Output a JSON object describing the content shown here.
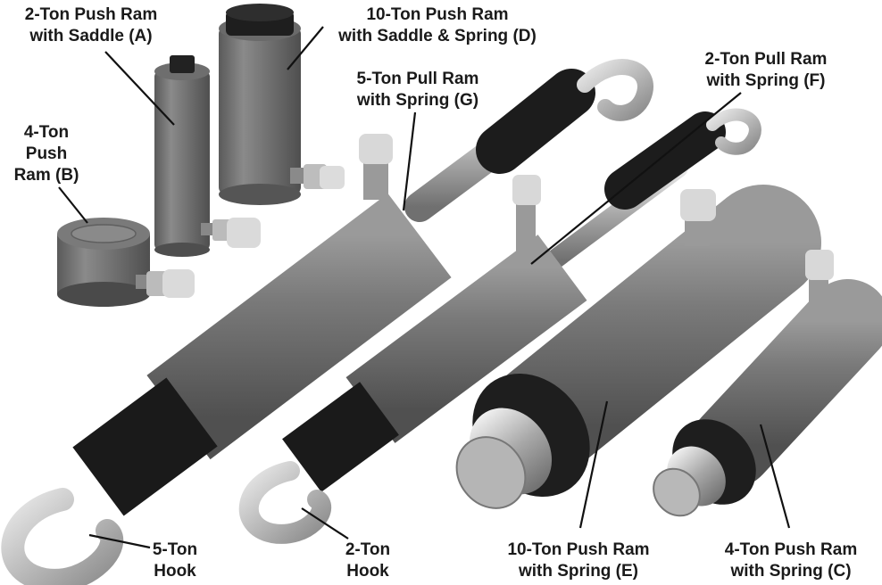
{
  "labels": {
    "a_line1": "2-Ton Push Ram",
    "a_line2": "with Saddle (A)",
    "d_line1": "10-Ton Push Ram",
    "d_line2": "with Saddle & Spring (D)",
    "b_line1": "4-Ton",
    "b_line2": "Push",
    "b_line3": "Ram (B)",
    "g_line1": "5-Ton Pull Ram",
    "g_line2": "with Spring (G)",
    "f_line1": "2-Ton Pull Ram",
    "f_line2": "with Spring (F)",
    "hook5_line1": "5-Ton",
    "hook5_line2": "Hook",
    "hook2_line1": "2-Ton",
    "hook2_line2": "Hook",
    "e_line1": "10-Ton Push Ram",
    "e_line2": "with Spring (E)",
    "c_line1": "4-Ton Push Ram",
    "c_line2": "with Spring (C)"
  },
  "colors": {
    "cylinder": "#707070",
    "cylinder_dark": "#4a4a4a",
    "rubber": "#1c1c1c",
    "chrome": "#c8c8c8",
    "background": "#ffffff"
  }
}
